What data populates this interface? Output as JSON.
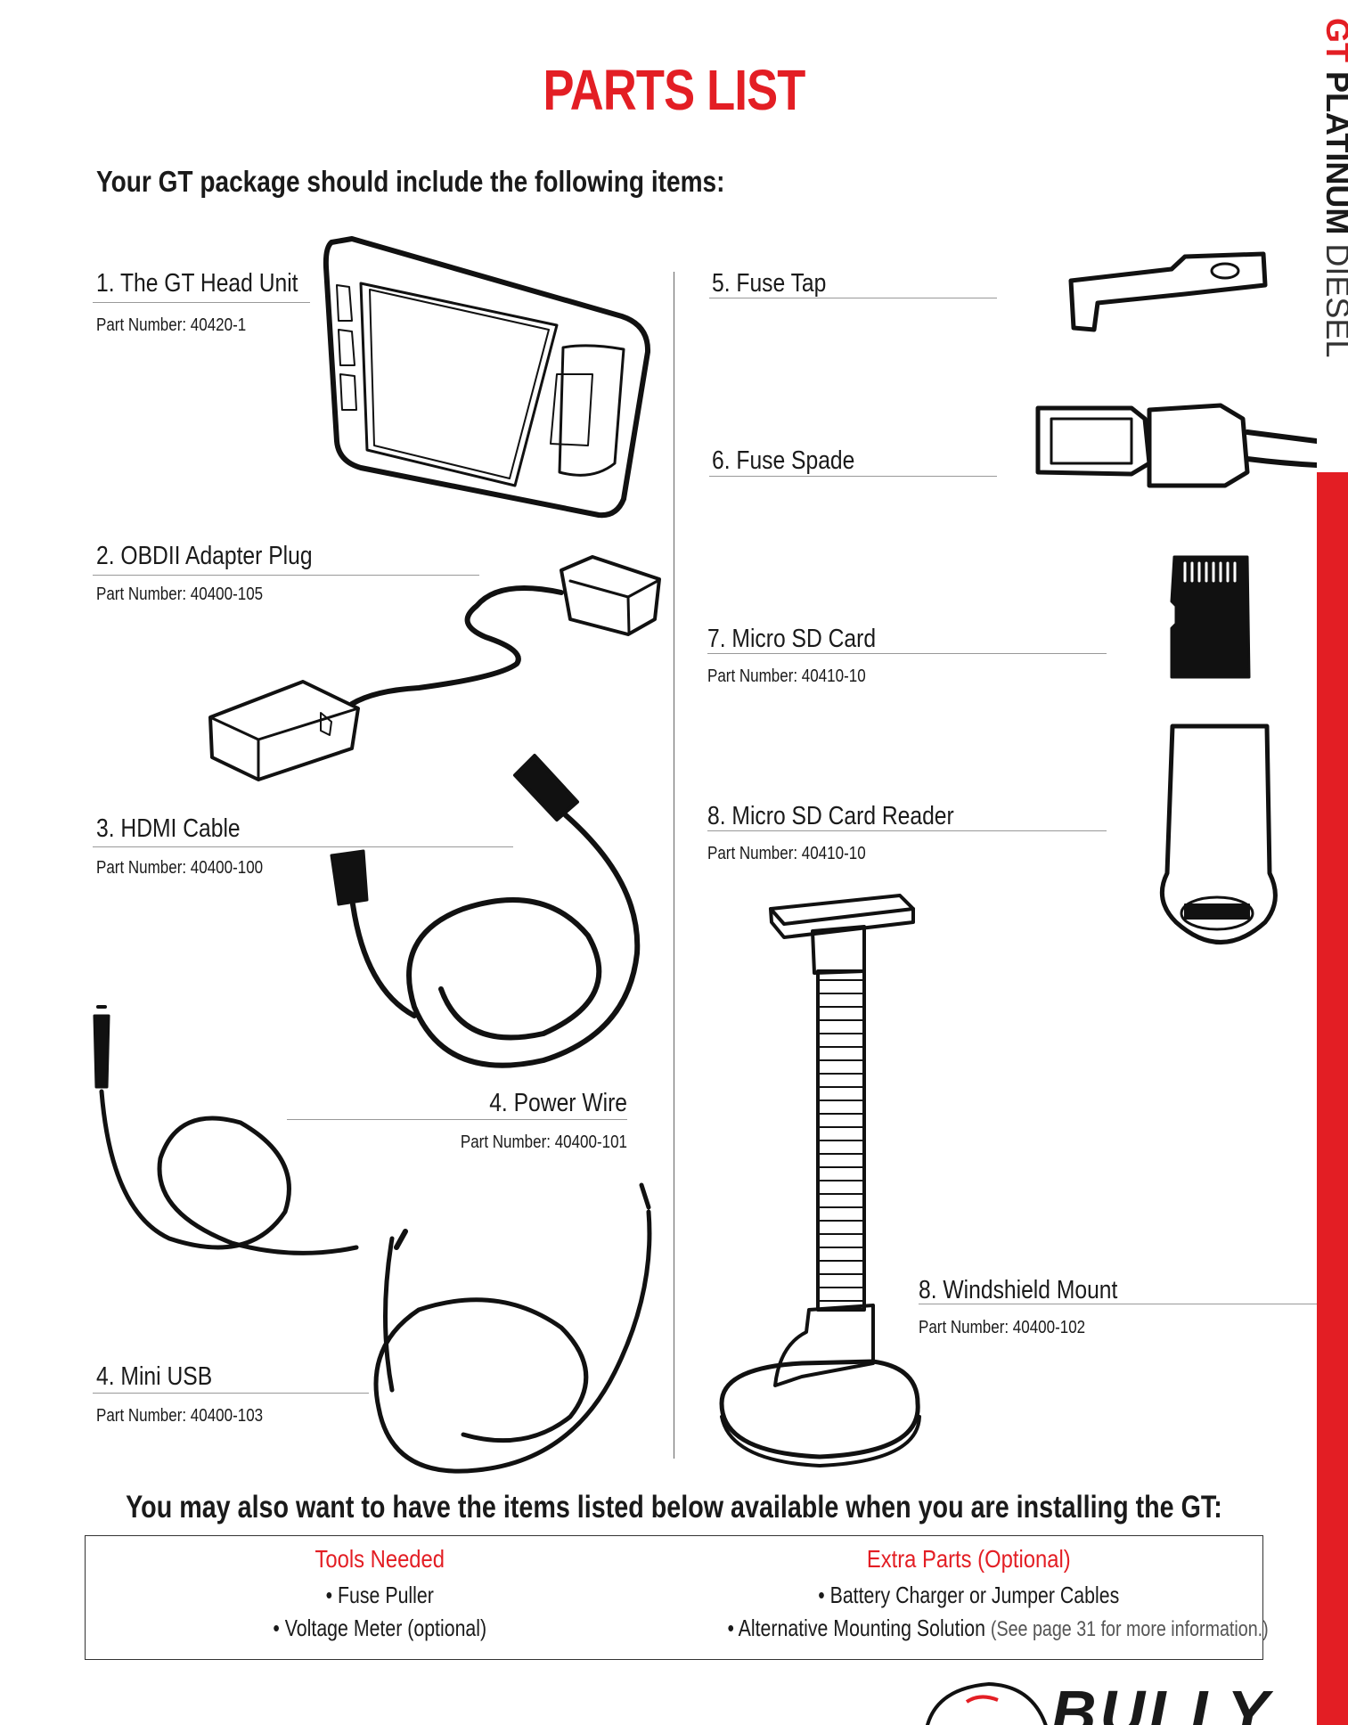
{
  "page": {
    "title": "PARTS LIST",
    "subtitle": "Your GT package should include the following items:"
  },
  "items": [
    {
      "label": "1. The GT Head Unit",
      "part": "Part Number: 40420-1"
    },
    {
      "label": "2. OBDII Adapter Plug",
      "part": "Part Number: 40400-105"
    },
    {
      "label": "3. HDMI Cable",
      "part": "Part Number: 40400-100"
    },
    {
      "label": "4. Power Wire",
      "part": "Part Number: 40400-101"
    },
    {
      "label": "4. Mini USB",
      "part": "Part Number: 40400-103"
    },
    {
      "label": "5. Fuse Tap"
    },
    {
      "label": "6. Fuse Spade"
    },
    {
      "label": "7. Micro SD Card",
      "part": "Part Number: 40410-10"
    },
    {
      "label": "8. Micro SD Card Reader",
      "part": "Part Number: 40410-10"
    },
    {
      "label": "8. Windshield Mount",
      "part": "Part Number: 40400-102"
    }
  ],
  "extras": {
    "heading": "You may also want to have the items listed below available when you are installing the GT:",
    "tools": {
      "title": "Tools Needed",
      "items": [
        "• Fuse Puller",
        "• Voltage Meter (optional)"
      ]
    },
    "parts": {
      "title": "Extra Parts (Optional)",
      "items": [
        "• Battery Charger or Jumper Cables",
        "• Alternative Mounting Solution"
      ],
      "note": "(See page 31 for more information.)"
    }
  },
  "sidebar": {
    "brand_part1": "GT",
    "brand_part2": "PLATINUM",
    "brand_part3": "DIESEL"
  },
  "logo": {
    "text": "BULLY"
  },
  "colors": {
    "accent": "#e31e24",
    "text": "#1a1a1a",
    "rule": "#999999"
  }
}
